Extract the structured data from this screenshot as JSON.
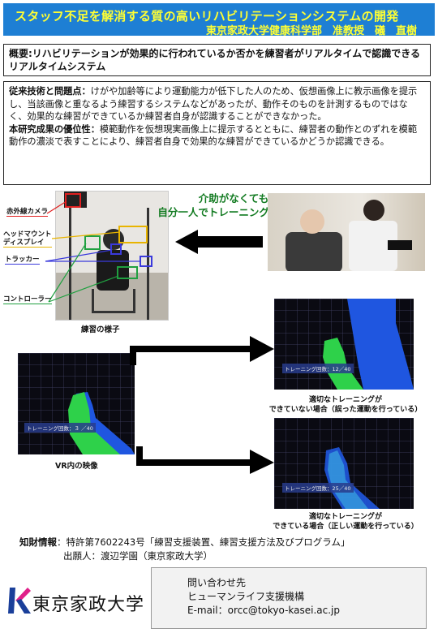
{
  "header": {
    "title": "スタッフ不足を解消する質の高いリハビリテーションシステムの開発",
    "author": "東京家政大学健康科学部　准教授　礒　直樹",
    "bg_color": "#1e7fd4",
    "text_color": "#ffff33"
  },
  "summary": {
    "text": "概要:リハビリテーションが効果的に行われているか否かを練習者がリアルタイムで認識できるリアルタイムシステム"
  },
  "description": {
    "prior_heading": "従来技術と問題点：",
    "prior_text": "けがや加齢等により運動能力が低下した人のため、仮想画像上に教示画像を提示し、当該画像と重なるよう練習するシステムなどがあったが、動作そのものを計測するものではなく、効果的な練習ができているか練習者自身が認識することができなかった。",
    "advantage_heading": "本研究成果の優位性：",
    "advantage_text": "模範動作を仮想現実画像上に提示するとともに、練習者の動作とのずれを模範動作の濃淡で表すことにより、練習者自身で効果的な練習ができているかどうか認識できる。"
  },
  "figure": {
    "labels": {
      "ir_camera": "赤外線カメラ",
      "hmd": "ヘッドマウント\nディスプレイ",
      "tracker": "トラッカー",
      "controller": "コントローラー"
    },
    "practice_caption": "練習の様子",
    "slogan_line1": "介助がなくても",
    "slogan_line2": "自分一人でトレーニングができる",
    "vr_caption": "VR内の映像",
    "vr_main_counter": "トレーニング回数：３ ／40",
    "vr_bad_counter": "トレーニング回数：12／40",
    "vr_good_counter": "トレーニング回数：25／40",
    "bad_caption_line1": "適切なトレーニングが",
    "bad_caption_line2": "できていない場合（誤った運動を行っている）",
    "good_caption_line1": "適切なトレーニングが",
    "good_caption_line2": "できている場合（正しい運動を行っている）",
    "colors": {
      "model_blue": "#1f56e0",
      "user_green": "#2ed14a",
      "slogan_green": "#117a20"
    }
  },
  "ip": {
    "heading": "知財情報",
    "patent": "：特許第7602243号「練習支援装置、練習支援方法及びプログラム」",
    "applicant": "出願人：渡辺学園（東京家政大学）"
  },
  "footer": {
    "logo_text": "東京家政大学",
    "logo_icon": "tokyo-kasei-logo-icon",
    "contact_title": "問い合わせ先",
    "contact_org": "ヒューマンライフ支援機構",
    "contact_email": "E-mail：orcc@tokyo-kasei.ac.jp"
  }
}
